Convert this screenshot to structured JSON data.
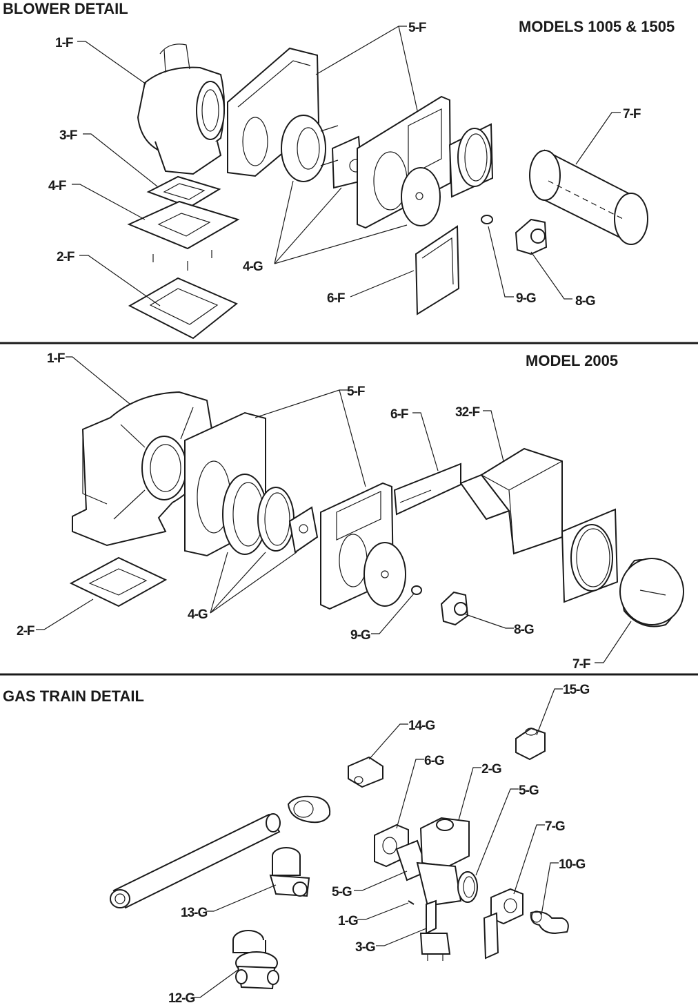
{
  "sections": {
    "blower_title": "BLOWER DETAIL",
    "models_small": "MODELS 1005 & 1505",
    "model_large": "MODEL 2005",
    "gas_title": "GAS TRAIN DETAIL"
  },
  "callouts_small": {
    "1F": "1-F",
    "3F": "3-F",
    "4F": "4-F",
    "2F": "2-F",
    "5F": "5-F",
    "4G": "4-G",
    "6F": "6-F",
    "7F": "7-F",
    "9G": "9-G",
    "8G": "8-G"
  },
  "callouts_large": {
    "1F": "1-F",
    "5F": "5-F",
    "6F": "6-F",
    "32F": "32-F",
    "4G": "4-G",
    "2F": "2-F",
    "9G": "9-G",
    "8G": "8-G",
    "7F": "7-F"
  },
  "callouts_gas": {
    "15G": "15-G",
    "14G": "14-G",
    "6G": "6-G",
    "2G": "2-G",
    "5G_top": "5-G",
    "7G": "7-G",
    "10G": "10-G",
    "5G_left": "5-G",
    "1G": "1-G",
    "3G": "3-G",
    "13G": "13-G",
    "12G": "12-G"
  },
  "colors": {
    "ink": "#1a1a1a",
    "paper": "#ffffff"
  }
}
